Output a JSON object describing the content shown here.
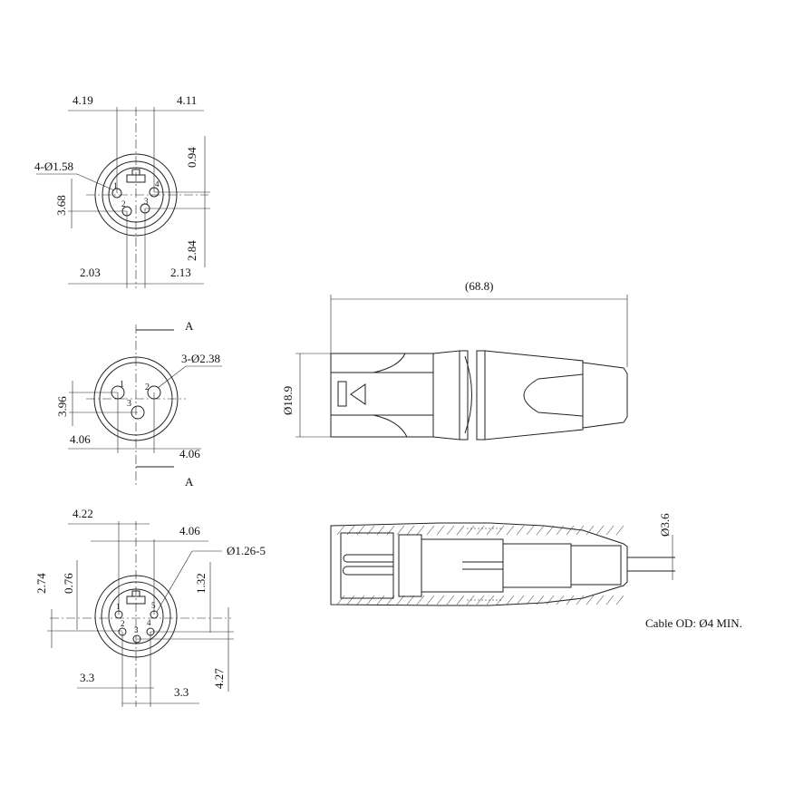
{
  "drawing": {
    "top_view": {
      "dims": {
        "left_width": "4.19",
        "right_width": "4.11",
        "top_offset": "0.94",
        "pin_spacing_v": "3.68",
        "bottom_offset": "2.84",
        "bottom_left": "2.03",
        "bottom_right": "2.13"
      },
      "hole_callout": "4-Ø1.58",
      "pins": [
        "1",
        "2",
        "3",
        "4"
      ]
    },
    "middle_view": {
      "section_mark": "A",
      "hole_callout": "3-Ø2.38",
      "dims": {
        "pin_spacing_v": "3.96",
        "left": "4.06",
        "right": "4.06"
      },
      "pins": [
        "1",
        "2",
        "3"
      ]
    },
    "bottom_view": {
      "dims": {
        "top_left": "4.22",
        "top_right": "4.06",
        "outer_left": "2.74",
        "inner_left": "0.76",
        "right_upper": "1.32",
        "right_lower": "4.27",
        "bottom_left": "3.3",
        "bottom_right": "3.3"
      },
      "hole_callout": "Ø1.26-5",
      "pins": [
        "1",
        "2",
        "3",
        "4",
        "5"
      ]
    },
    "side_view": {
      "length": "(68.8)",
      "diameter": "Ø18.9"
    },
    "section_view": {
      "cable_diameter": "Ø3.6",
      "note": "Cable OD: Ø4 MIN."
    }
  }
}
